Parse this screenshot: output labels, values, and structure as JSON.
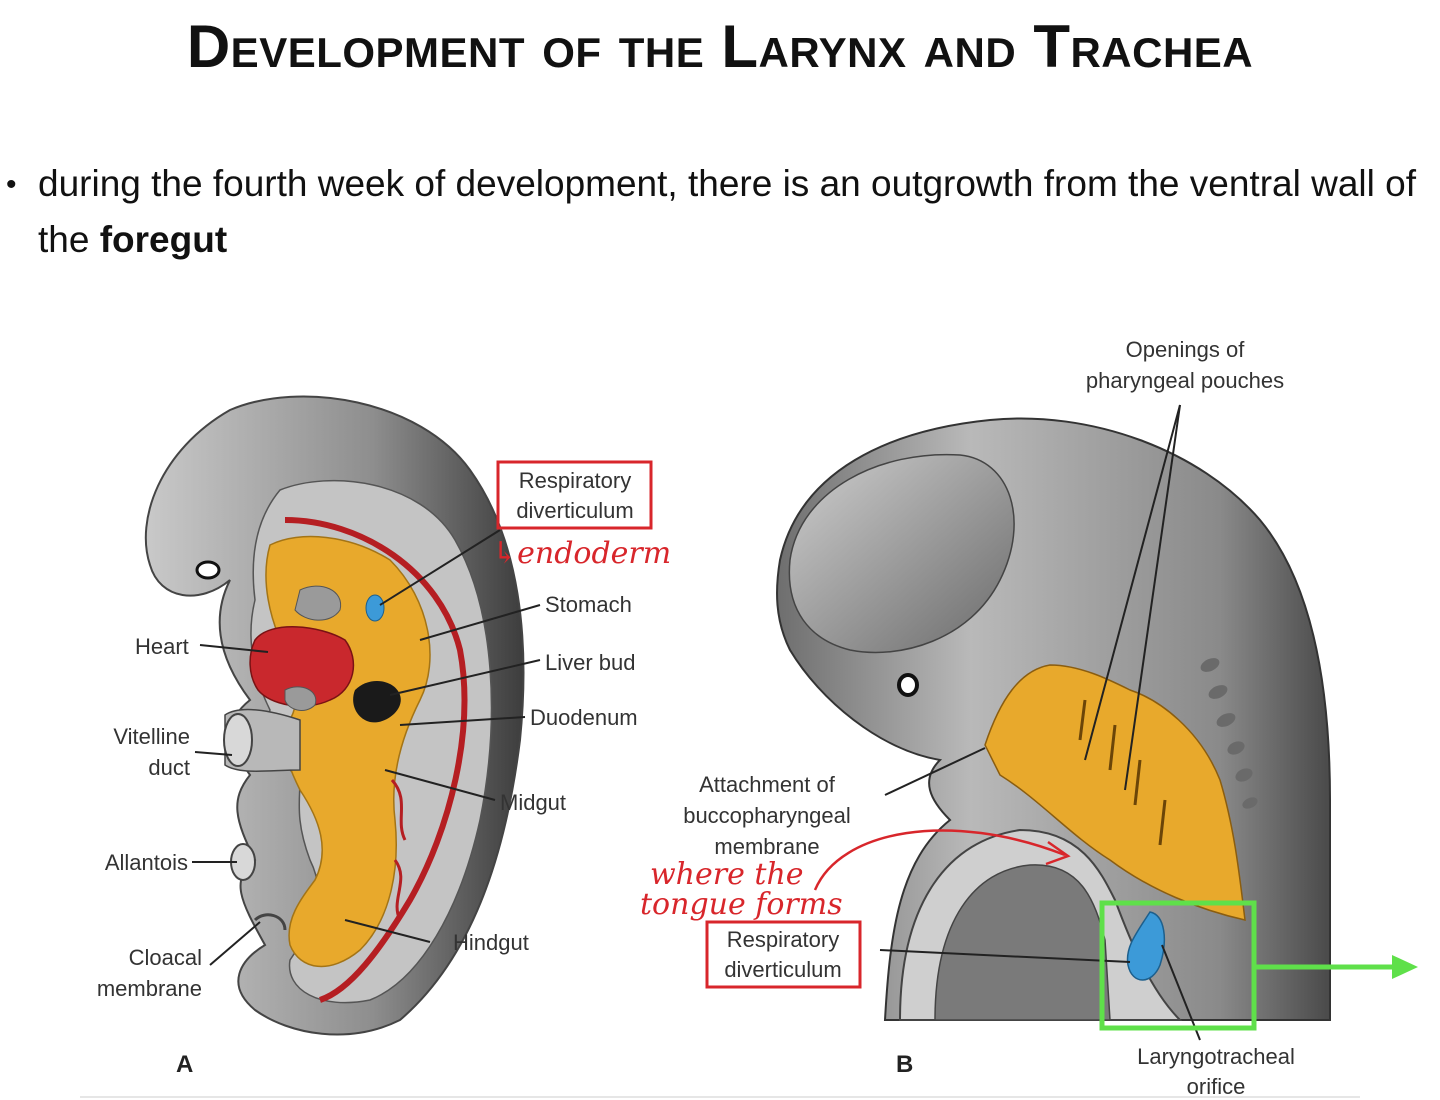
{
  "title": "Development of the Larynx and Trachea",
  "bullet": {
    "text_before": "during the fourth week of development, there is an outgrowth from the ventral wall of the ",
    "bold": "foregut"
  },
  "figure_a": {
    "panel_letter": "A",
    "labels": {
      "respiratory_diverticulum_line1": "Respiratory",
      "respiratory_diverticulum_line2": "diverticulum",
      "stomach": "Stomach",
      "liver_bud": "Liver bud",
      "duodenum": "Duodenum",
      "midgut": "Midgut",
      "hindgut": "Hindgut",
      "heart": "Heart",
      "vitelline_line1": "Vitelline",
      "vitelline_line2": "duct",
      "allantois": "Allantois",
      "cloacal_line1": "Cloacal",
      "cloacal_line2": "membrane"
    },
    "annotation": "↳endoderm"
  },
  "figure_b": {
    "panel_letter": "B",
    "labels": {
      "openings_line1": "Openings of",
      "openings_line2": "pharyngeal pouches",
      "attachment_line1": "Attachment of",
      "attachment_line2": "buccopharyngeal",
      "attachment_line3": "membrane",
      "respiratory_diverticulum_line1": "Respiratory",
      "respiratory_diverticulum_line2": "diverticulum",
      "laryngotracheal_line1": "Laryngotracheal",
      "laryngotracheal_line2": "orifice"
    },
    "annotation_line1": "where the",
    "annotation_line2": "tongue forms"
  },
  "colors": {
    "red_box": "#d8262b",
    "green_box": "#5fe04a",
    "endoderm_yellow": "#e8a92c",
    "diverticulum_blue": "#3c9ad8",
    "tissue_gray": "#9a9a9a"
  }
}
